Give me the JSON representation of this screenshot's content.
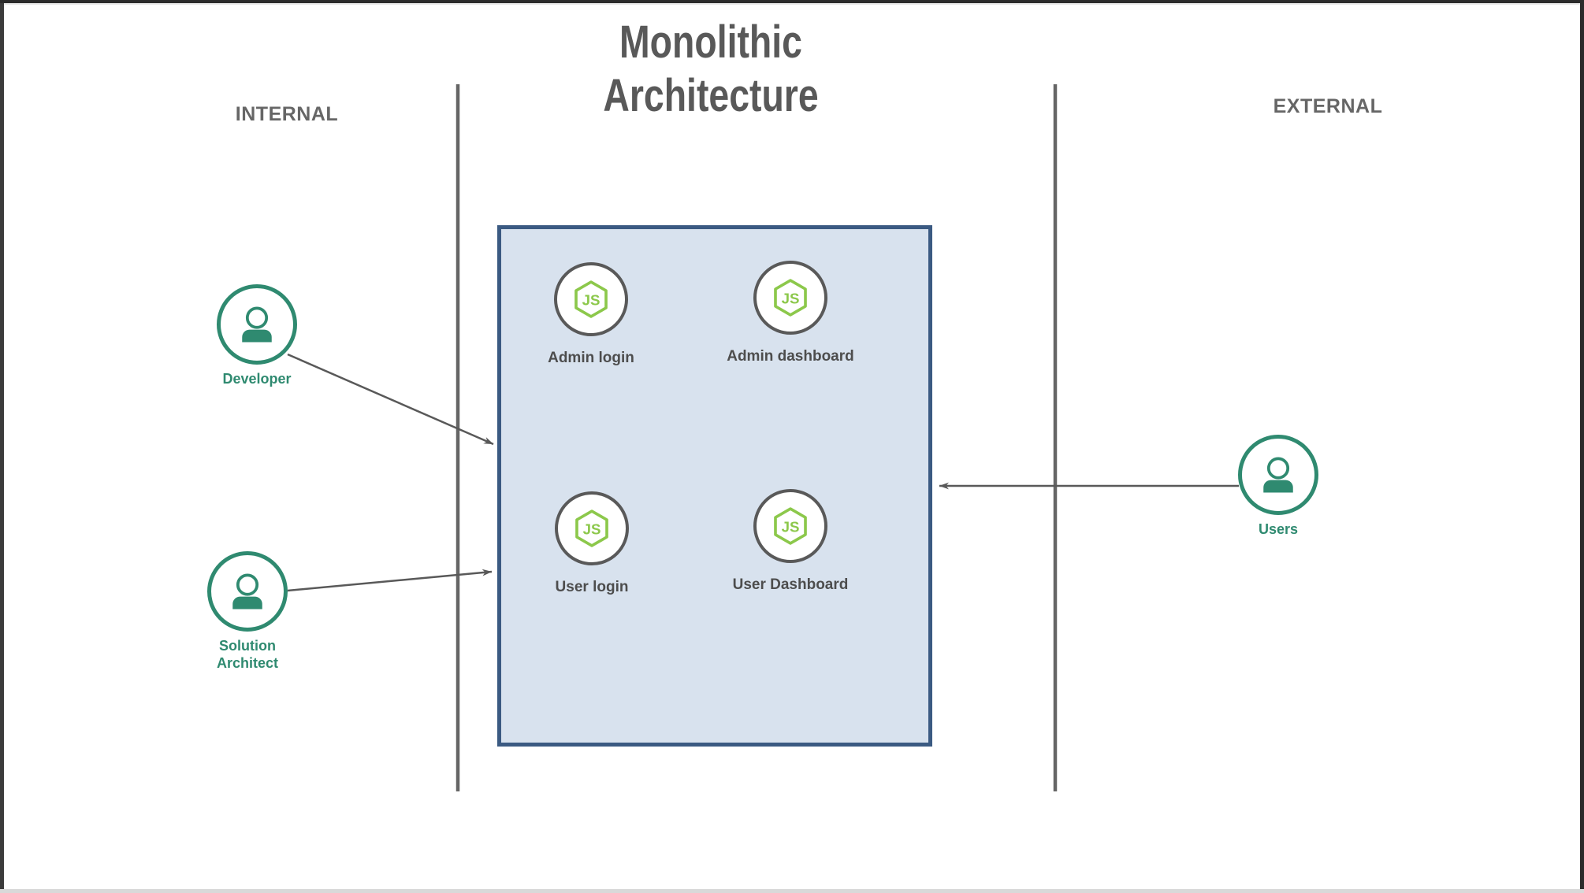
{
  "header": {
    "title_line1": "Monolithic",
    "title_line2": "Architecture"
  },
  "zones": {
    "internal": "INTERNAL",
    "external": "EXTERNAL"
  },
  "actors": {
    "developer": {
      "label": "Developer"
    },
    "solution_architect": {
      "label": "Solution Architect"
    },
    "users": {
      "label": "Users"
    }
  },
  "monolith": {
    "icon": "nodejs-icon",
    "icon_text": "JS",
    "modules": {
      "admin_login": {
        "label": "Admin login"
      },
      "admin_dashboard": {
        "label": "Admin dashboard"
      },
      "user_login": {
        "label": "User login"
      },
      "user_dashboard": {
        "label": "User Dashboard"
      }
    }
  },
  "colors": {
    "actor_teal": "#2f8a70",
    "node_green": "#8cc84b",
    "monolith_fill": "#d8e2ee",
    "monolith_border": "#3b5a82",
    "connector_gray": "#595959",
    "zone_line_gray": "#666666",
    "heading_gray": "#595959",
    "module_label_gray": "#4d4d4d"
  }
}
